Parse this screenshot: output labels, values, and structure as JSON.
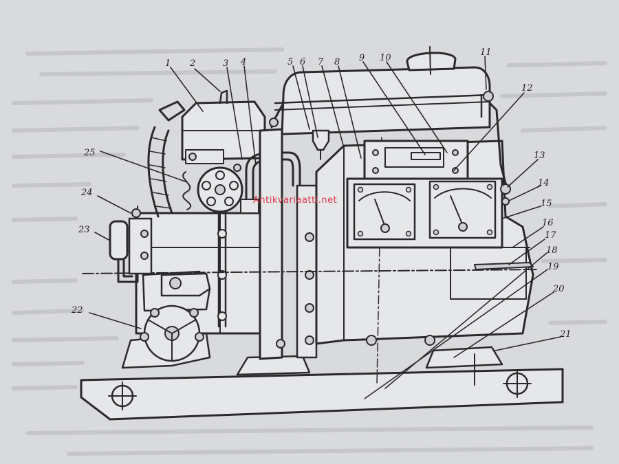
{
  "watermark": "Antikvariaatti.net",
  "callouts": [
    {
      "label": "1"
    },
    {
      "label": "2"
    },
    {
      "label": "3"
    },
    {
      "label": "4"
    },
    {
      "label": "5"
    },
    {
      "label": "6"
    },
    {
      "label": "7"
    },
    {
      "label": "8"
    },
    {
      "label": "9"
    },
    {
      "label": "10"
    },
    {
      "label": "11"
    },
    {
      "label": "12"
    },
    {
      "label": "13"
    },
    {
      "label": "14"
    },
    {
      "label": "15"
    },
    {
      "label": "16"
    },
    {
      "label": "17"
    },
    {
      "label": "18"
    },
    {
      "label": "19"
    },
    {
      "label": "20"
    },
    {
      "label": "21"
    },
    {
      "label": "22"
    },
    {
      "label": "23"
    },
    {
      "label": "24"
    },
    {
      "label": "25"
    }
  ],
  "colors": {
    "paper": "#d9dadc",
    "ink": "#2a2a2c",
    "watermark": "#e0364a"
  }
}
